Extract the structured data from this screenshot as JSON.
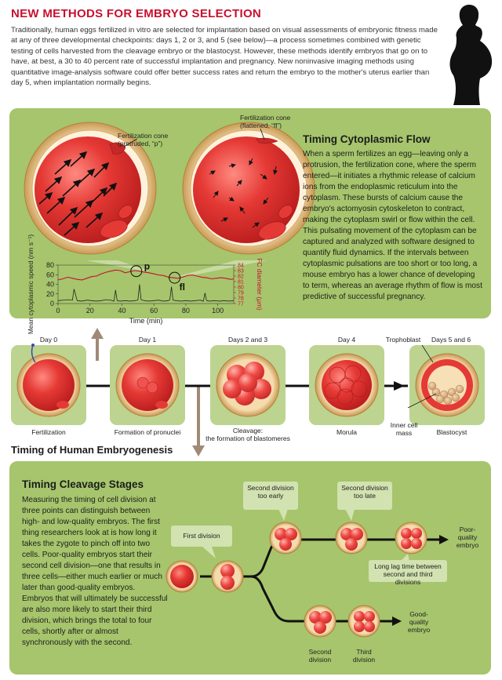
{
  "header": {
    "title": "NEW METHODS FOR EMBRYO SELECTION",
    "intro": "Traditionally, human eggs fertilized in vitro are selected for implantation based on visual assessments of embryonic fitness made at any of three developmental checkpoints: days 1, 2 or 3, and 5 (see below)—a process sometimes combined with genetic testing of cells harvested from the cleavage embryo or the blastocyst. However, these methods identify embryos that go on to have, at best, a 30 to 40 percent rate of successful implantation and pregnancy. New noninvasive imaging methods using quantitative image-analysis software could offer better success rates and return the embryo to the mother's uterus earlier than day 5, when implantation normally begins."
  },
  "flow": {
    "heading": "Timing Cytoplasmic Flow",
    "body": "When a sperm fertilizes an egg—leaving only a protrusion, the fertilization cone, where the sperm entered—it initiates a rhythmic release of calcium ions from the endoplasmic reticulum into the cytoplasm. These bursts of calcium cause the embryo's actomyosin cytoskeleton to contract, making the cytoplasm swirl or flow within the cell. This pulsating movement of the cytoplasm can be captured and analyzed with software designed to quantify fluid dynamics. If the intervals between cytoplasmic pulsations are too short or too long, a mouse embryo has a lower chance of developing to term, whereas an average rhythm of flow is most predictive of successful pregnancy.",
    "cone_protruded": [
      "Fertilization cone",
      "(protruded, “p”)"
    ],
    "cone_flattened": [
      "Fertilization cone",
      "(flattened, “fl”)"
    ],
    "marker_p": "p",
    "marker_fl": "fl"
  },
  "chart_data": {
    "type": "line",
    "xlabel": "Time (min)",
    "ylabel": "Mean cytoplasmic speed (nm s⁻¹)",
    "y2label": "FC diameter (μm)",
    "xlim": [
      0,
      110
    ],
    "ylim": [
      0,
      80
    ],
    "y2lim": [
      77,
      84
    ],
    "x_ticks": [
      0,
      20,
      40,
      60,
      80,
      100
    ],
    "y_ticks": [
      0,
      20,
      40,
      60,
      80
    ],
    "y2_ticks": [
      77,
      78,
      79,
      80,
      81,
      82,
      83,
      84
    ],
    "series": [
      {
        "color": "#222222",
        "x": [
          0,
          3,
          6,
          9,
          10,
          12,
          15,
          18,
          21,
          24,
          27,
          30,
          33,
          35,
          36,
          37,
          39,
          42,
          45,
          48,
          50,
          51,
          52,
          54,
          57,
          60,
          63,
          66,
          69,
          70,
          71,
          72,
          74,
          77,
          80,
          83,
          86,
          89,
          91,
          92,
          93,
          95,
          98,
          101,
          104,
          107,
          110
        ],
        "y": [
          6,
          7,
          8,
          7,
          30,
          6,
          5,
          7,
          6,
          5,
          6,
          8,
          7,
          5,
          28,
          6,
          5,
          6,
          5,
          6,
          7,
          40,
          8,
          6,
          5,
          6,
          7,
          5,
          6,
          8,
          35,
          7,
          6,
          5,
          6,
          5,
          6,
          7,
          5,
          22,
          6,
          5,
          6,
          5,
          6,
          5,
          6
        ]
      },
      {
        "color": "#c8102e",
        "x": [
          0,
          3,
          6,
          9,
          12,
          15,
          18,
          21,
          24,
          27,
          30,
          33,
          36,
          39,
          42,
          45,
          48,
          51,
          54,
          57,
          60,
          63,
          66,
          69,
          72,
          75,
          78,
          81,
          84,
          87,
          90,
          93,
          96,
          99,
          102,
          105,
          108,
          110
        ],
        "y": [
          81.3,
          81.5,
          81.8,
          81.6,
          81.4,
          81.3,
          81.6,
          81.9,
          82.0,
          82.4,
          82.7,
          82.9,
          83.1,
          83.0,
          82.6,
          82.8,
          83.0,
          82.9,
          82.7,
          82.6,
          82.4,
          82.2,
          82.1,
          81.8,
          81.7,
          81.6,
          81.8,
          82.1,
          82.2,
          82.0,
          81.8,
          81.7,
          81.5,
          81.6,
          81.7,
          81.6,
          81.4,
          81.5
        ]
      }
    ]
  },
  "timeline": {
    "title": "Timing of Human Embryogenesis",
    "days": [
      "Day 0",
      "Day 1",
      "Days 2 and 3",
      "Day 4",
      "Days 5 and 6"
    ],
    "captions": [
      [
        "Fertilization"
      ],
      [
        "Formation of pronuclei"
      ],
      [
        "Cleavage:",
        "the formation of blastomeres"
      ],
      [
        "Morula"
      ],
      [
        "Blastocyst"
      ]
    ],
    "trophoblast": "Trophoblast",
    "inner_mass": [
      "Inner cell",
      "mass"
    ]
  },
  "cleavage": {
    "heading": "Timing Cleavage Stages",
    "body": "Measuring the timing of cell division at three points can distinguish between high- and low-quality embryos. The first thing researchers look at is how long it takes the zygote to pinch off into two cells. Poor-quality embryos start their second cell division—one that results in three cells—either much earlier or much later than good-quality embryos. Embryos that will ultimately be successful are also more likely to start their third division, which brings the total to four cells, shortly after or almost synchronously with the second.",
    "first_division": "First division",
    "second_early": [
      "Second division",
      "too early"
    ],
    "second_late": [
      "Second division",
      "too late"
    ],
    "long_lag": [
      "Long lag time between",
      "second and third divisions"
    ],
    "poor": [
      "Poor-",
      "quality",
      "embryo"
    ],
    "good": [
      "Good-",
      "quality",
      "embryo"
    ],
    "second_div": [
      "Second",
      "division"
    ],
    "third_div": [
      "Third",
      "division"
    ]
  },
  "colors": {
    "accent": "#c8102e",
    "panel": "#a6c56c",
    "cell_red": "#e0313a",
    "shell": "#e9c48a"
  }
}
